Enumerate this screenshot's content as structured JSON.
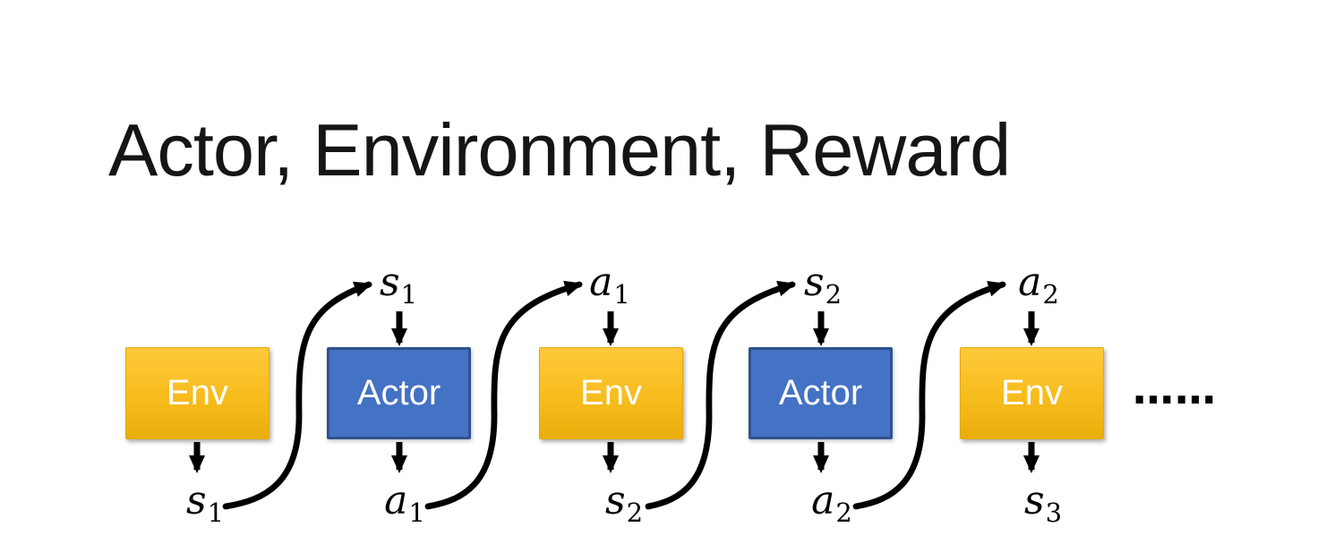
{
  "slide": {
    "title": "Actor, Environment, Reward",
    "ellipsis": "……"
  },
  "diagram": {
    "boxes": [
      {
        "label": "Env",
        "type": "env"
      },
      {
        "label": "Actor",
        "type": "actor"
      },
      {
        "label": "Env",
        "type": "env"
      },
      {
        "label": "Actor",
        "type": "actor"
      },
      {
        "label": "Env",
        "type": "env"
      }
    ],
    "top_labels": [
      {
        "base": "s",
        "sub": "1"
      },
      {
        "base": "a",
        "sub": "1"
      },
      {
        "base": "s",
        "sub": "2"
      },
      {
        "base": "a",
        "sub": "2"
      }
    ],
    "bottom_labels": [
      {
        "base": "s",
        "sub": "1"
      },
      {
        "base": "a",
        "sub": "1"
      },
      {
        "base": "s",
        "sub": "2"
      },
      {
        "base": "a",
        "sub": "2"
      },
      {
        "base": "s",
        "sub": "3"
      }
    ],
    "flow_description": "Env outputs state, Actor outputs action, alternating",
    "colors": {
      "env_gradient_top": "#FFC93A",
      "env_gradient_bottom": "#E9AE0C",
      "actor_fill": "#4472C4",
      "actor_border": "#2F528F",
      "arrow": "#000000",
      "title_text": "#151515",
      "box_text": "#FFFFFF",
      "background": "#FFFFFF"
    }
  }
}
